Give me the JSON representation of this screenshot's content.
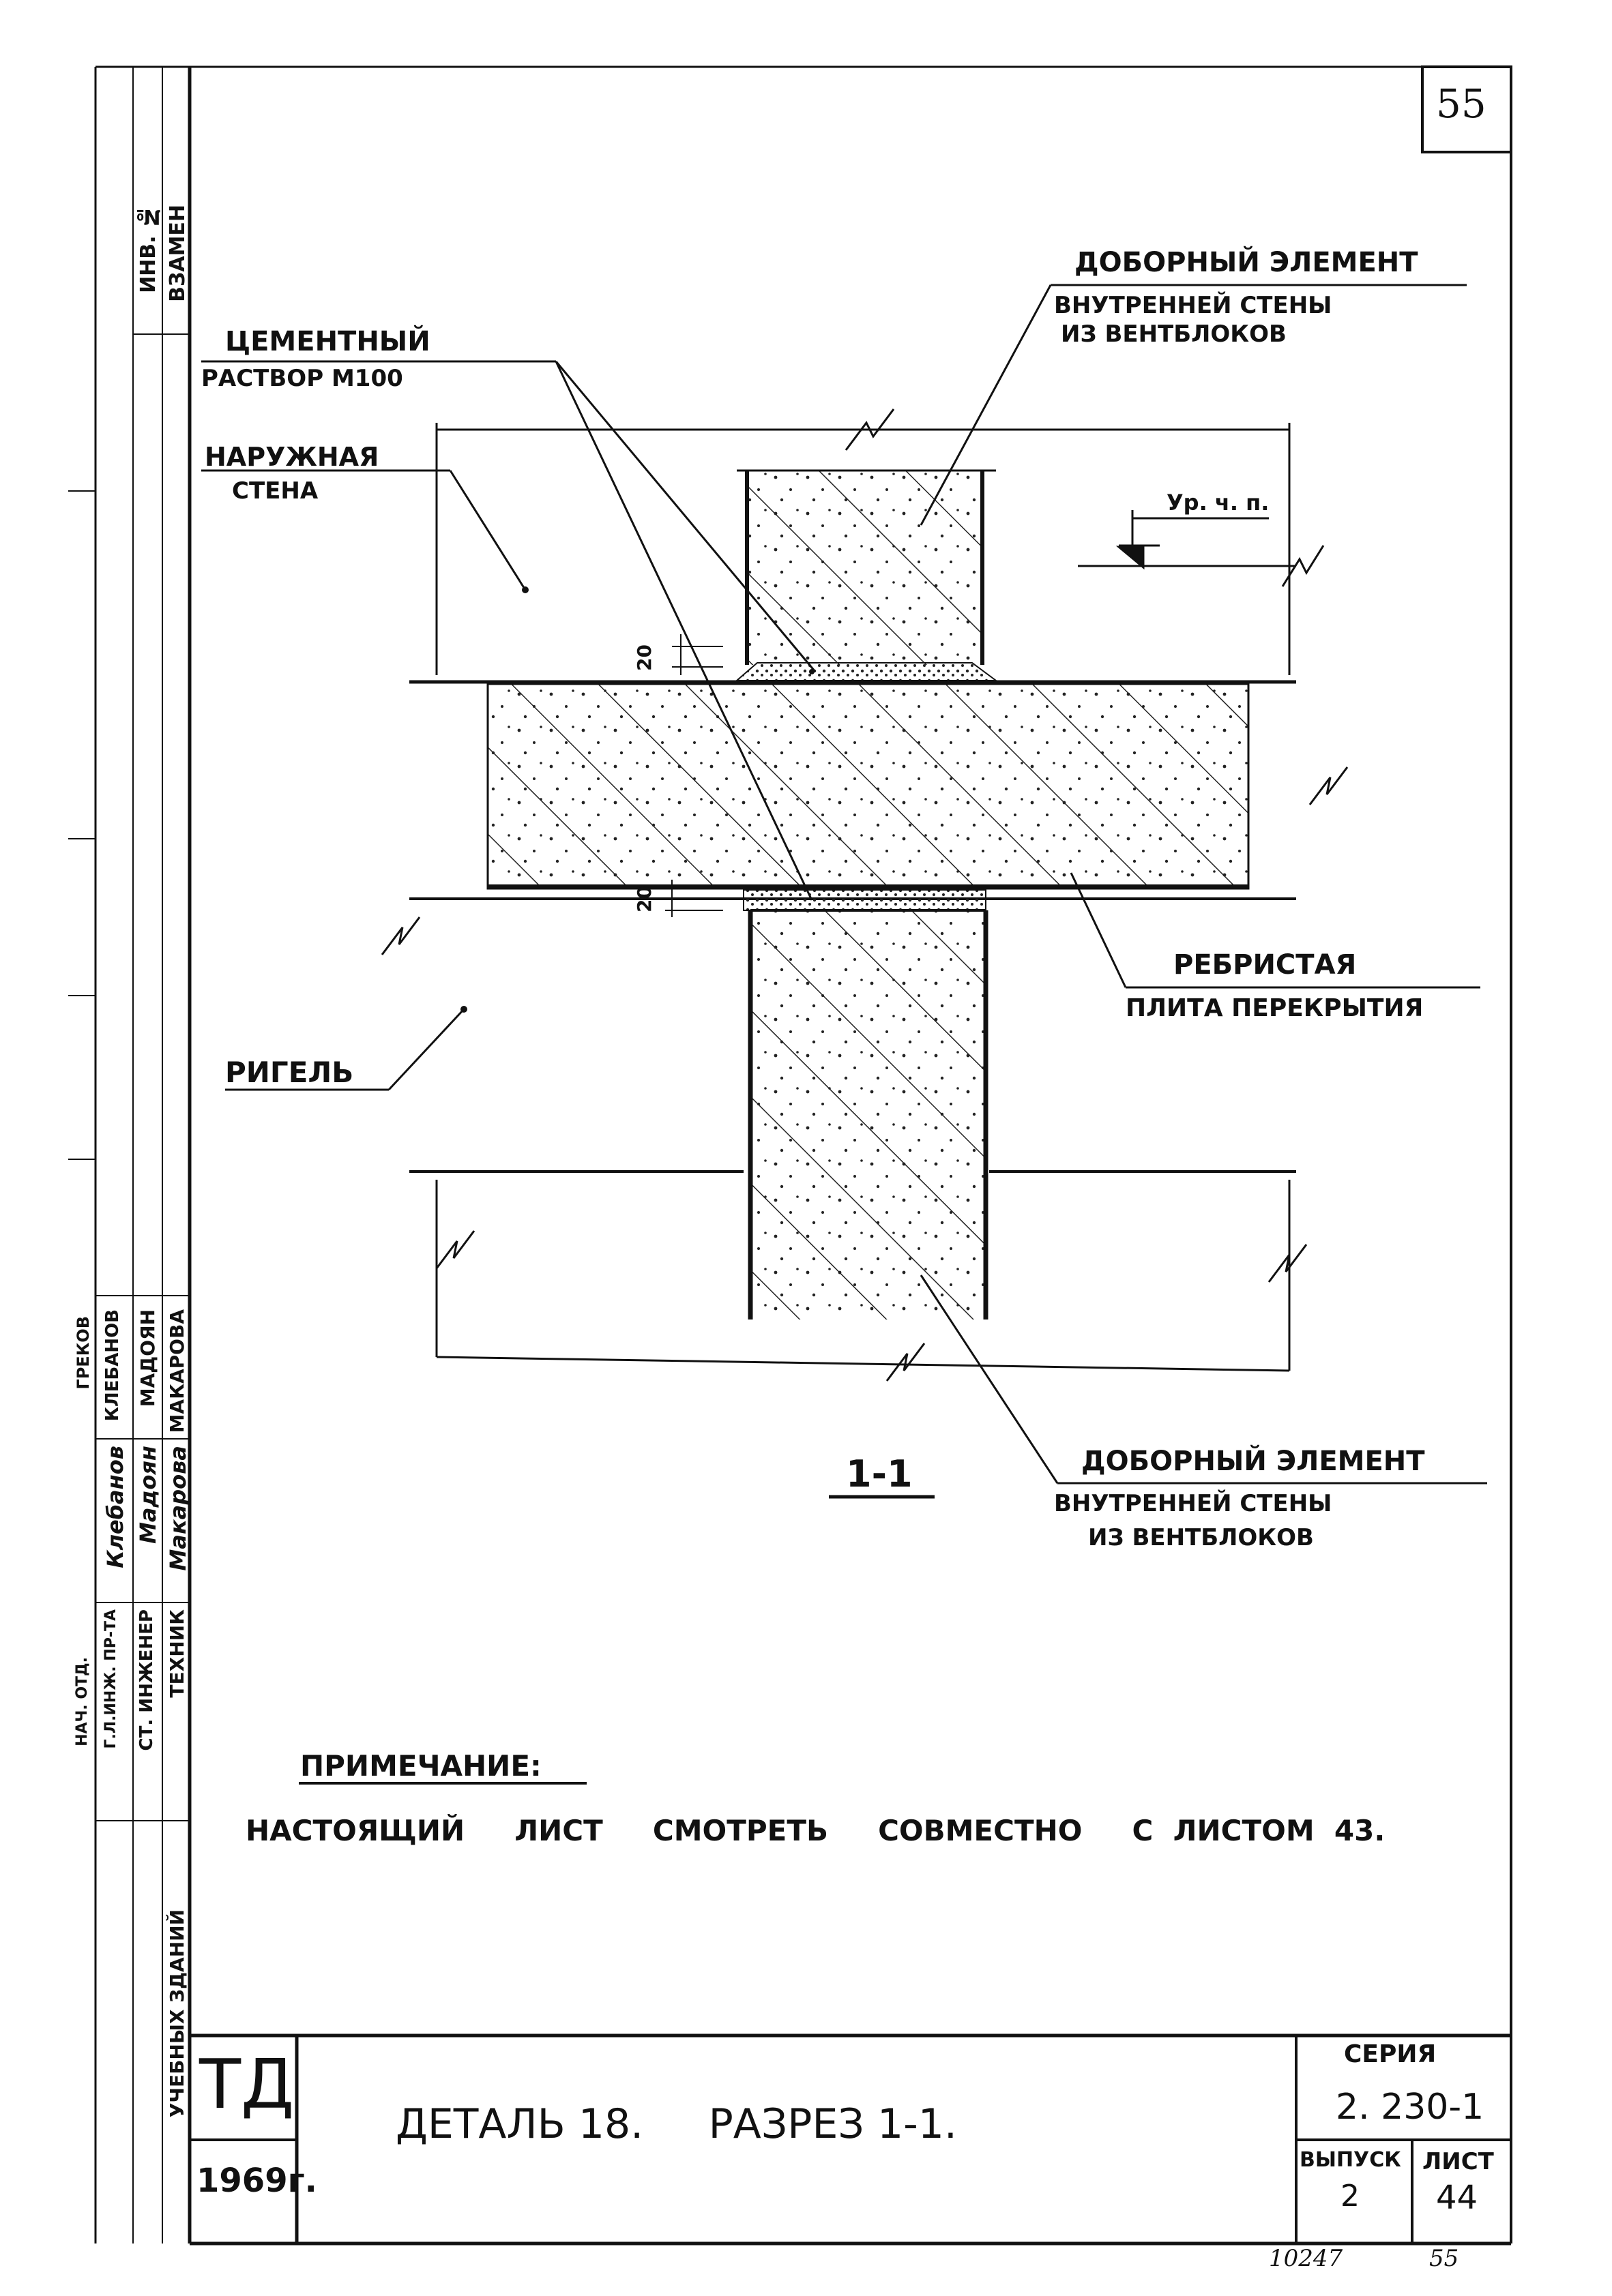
{
  "sheet": {
    "corner_number": "55",
    "bottom_code": "10247",
    "bottom_page": "55"
  },
  "labels": {
    "cement_mortar_1": "ЦЕМЕНТНЫЙ",
    "cement_mortar_2": "РАСТВОР    М100",
    "outer_wall_1": "НАРУЖНАЯ",
    "outer_wall_2": "СТЕНА",
    "top_element_1": "ДОБОРНЫЙ     ЭЛЕМЕНТ",
    "top_element_2": "ВНУТРЕННЕЙ     СТЕНЫ",
    "top_element_3": "ИЗ  ВЕНТБЛОКОВ",
    "floor_level": "Ур. ч. п.",
    "dim_top": "20",
    "dim_bottom": "20",
    "ribbed_1": "РЕБРИСТАЯ",
    "ribbed_2": "ПЛИТА   ПЕРЕКРЫТИЯ",
    "girder": "РИГЕЛЬ",
    "bottom_element_1": "ДОБОРНЫЙ      ЭЛЕМЕНТ",
    "bottom_element_2": "ВНУТРЕННЕЙ      СТЕНЫ",
    "bottom_element_3": "ИЗ  ВЕНТБЛОКОВ",
    "section_mark": "1-1"
  },
  "note": {
    "heading": "ПРИМЕЧАНИЕ:",
    "text": "НАСТОЯЩИЙ     ЛИСТ     СМОТРЕТЬ     СОВМЕСТНО     С  ЛИСТОМ  43."
  },
  "title_block": {
    "org": "ТД",
    "year": "1969г.",
    "title": "ДЕТАЛЬ 18.     РАЗРЕЗ 1-1.",
    "series_label": "СЕРИЯ",
    "series_value": "2. 230-1",
    "issue_label": "ВЫПУСК",
    "issue_value": "2",
    "sheet_label": "ЛИСТ",
    "sheet_value": "44"
  },
  "left_strip": {
    "inv": "ИНВ. №",
    "replace": "ВЗАМЕН",
    "roles": [
      "Г.Л.ИНЖ. ПР-ТА",
      "СТ. ИНЖЕНЕР",
      "ТЕХНИК"
    ],
    "names": [
      "КЛЕБАНОВ",
      "МАДОЯН",
      "МАКАРОВА"
    ],
    "chief": "НАЧ. ОТД.",
    "chief_name": "ГРЕКОВ",
    "signatures": [
      "Клебанов",
      "Мадоян",
      "Макарова"
    ],
    "institute": "УЧЕБНЫХ  ЗДАНИЙ"
  }
}
